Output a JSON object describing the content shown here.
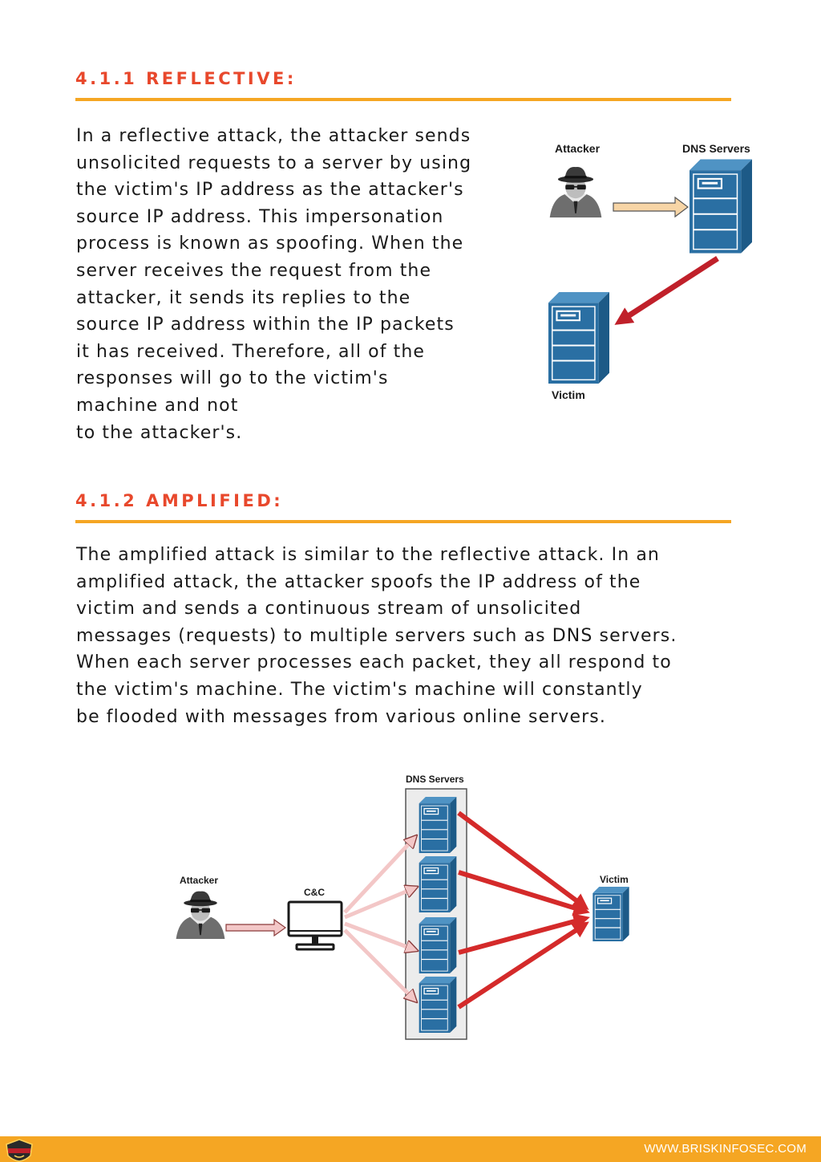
{
  "section_reflective": {
    "heading": "4.1.1 REFLECTIVE:",
    "body": "In a reflective attack, the attacker sends\nunsolicited requests to a server by using\nthe victim's IP address as the attacker's\nsource IP address. This impersonation\nprocess is known as spoofing. When the\nserver receives the request from the\nattacker, it sends its replies to the\nsource IP address within the IP packets\nit has received. Therefore, all of the\nresponses will go to the victim's\nmachine and not\nto the attacker's.",
    "diagram": {
      "attacker_label": "Attacker",
      "servers_label": "DNS Servers",
      "victim_label": "Victim"
    }
  },
  "section_amplified": {
    "heading": "4.1.2 AMPLIFIED:",
    "body": "The amplified attack is similar to the reflective attack. In an\namplified attack, the attacker spoofs the IP address of the\nvictim and sends a continuous stream of unsolicited\nmessages (requests) to multiple servers such as DNS servers.\nWhen each server processes each packet, they all respond to\nthe victim's machine. The victim's machine will constantly\nbe flooded with messages from various online servers.",
    "diagram": {
      "servers_label": "DNS Servers",
      "attacker_label": "Attacker",
      "cc_label": "C&C",
      "victim_label": "Victim"
    }
  },
  "footer": {
    "url": "WWW.BRISKINFOSEC.COM"
  },
  "colors": {
    "heading": "#e8482c",
    "rule": "#f5a623",
    "server_blue": "#2a6fa3",
    "arrow_red": "#c0202a"
  }
}
